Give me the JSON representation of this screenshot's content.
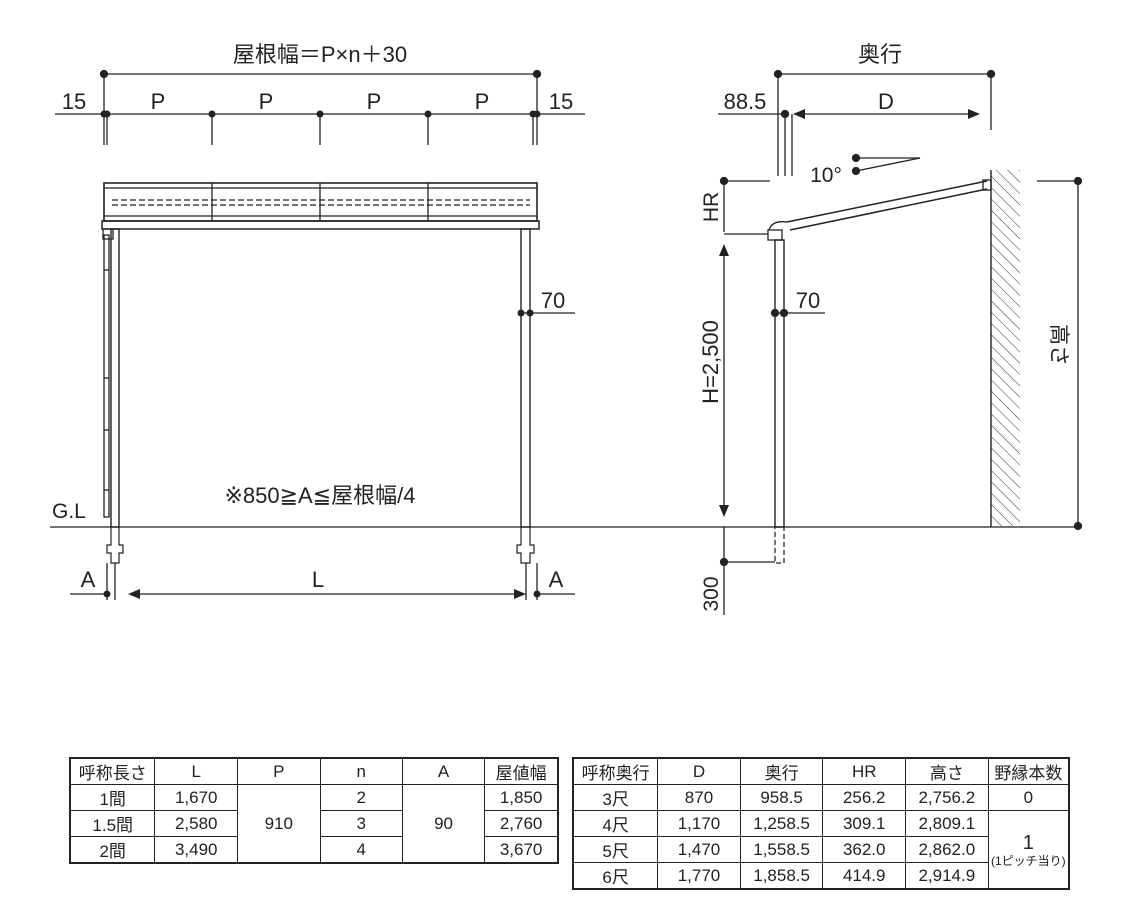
{
  "front_view": {
    "roof_width_formula": "屋根幅＝P×n＋30",
    "edge_left": "15",
    "edge_right": "15",
    "pitch_label": "P",
    "post_label": "70",
    "ground_label": "G.L",
    "span_label": "L",
    "offset_label": "A",
    "condition_note": "※850≧A≦屋根幅/4"
  },
  "side_view": {
    "depth_total_label": "奥行",
    "offset_label": "88.5",
    "depth_label": "D",
    "angle_label": "10°",
    "hr_label": "HR",
    "post_label": "70",
    "height_label": "H=2,500",
    "total_height_label": "高さ",
    "embed_label": "300"
  },
  "table_length": {
    "headers": [
      "呼称長さ",
      "L",
      "P",
      "n",
      "A",
      "屋値幅"
    ],
    "rows": [
      {
        "name": "1間",
        "L": "1,670",
        "n": "2",
        "width": "1,850"
      },
      {
        "name": "1.5間",
        "L": "2,580",
        "n": "3",
        "width": "2,760"
      },
      {
        "name": "2間",
        "L": "3,490",
        "n": "4",
        "width": "3,670"
      }
    ],
    "P": "910",
    "A": "90"
  },
  "table_depth": {
    "headers": [
      "呼称奥行",
      "D",
      "奥行",
      "HR",
      "高さ",
      "野縁本数"
    ],
    "rows": [
      {
        "name": "3尺",
        "D": "870",
        "depth": "958.5",
        "HR": "256.2",
        "height": "2,756.2",
        "count": "0"
      },
      {
        "name": "4尺",
        "D": "1,170",
        "depth": "1,258.5",
        "HR": "309.1",
        "height": "2,809.1"
      },
      {
        "name": "5尺",
        "D": "1,470",
        "depth": "1,558.5",
        "HR": "362.0",
        "height": "2,862.0"
      },
      {
        "name": "6尺",
        "D": "1,770",
        "depth": "1,858.5",
        "HR": "414.9",
        "height": "2,914.9"
      }
    ],
    "merged_count": "1",
    "merged_note": "(1ピッチ当り)"
  }
}
